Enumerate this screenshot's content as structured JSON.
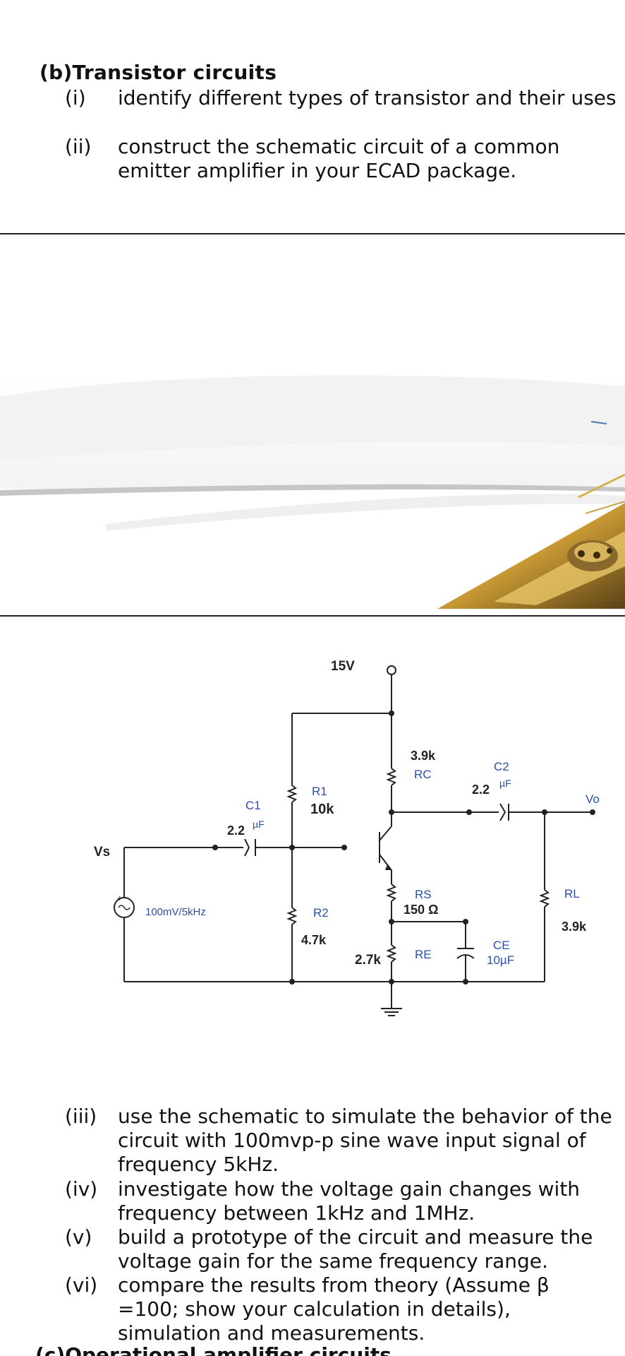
{
  "section": {
    "heading": "(b)Transistor circuits",
    "items_top": [
      {
        "num": "(i)",
        "text": "identify different types of transistor and their uses"
      },
      {
        "num": "(ii)",
        "text": "construct the schematic circuit of a common emitter amplifier in your ECAD package."
      }
    ],
    "items_bottom": [
      {
        "num": "(iii)",
        "text": "use the schematic to simulate the behavior of the circuit with 100mvp-p sine wave input signal of frequency 5kHz."
      },
      {
        "num": "(iv)",
        "text": "investigate how the voltage gain changes with frequency between 1kHz and 1MHz."
      },
      {
        "num": "(v)",
        "text": "build a prototype of the circuit and measure the voltage gain for the same frequency range."
      },
      {
        "num": "(vi)",
        "text": "compare the results from theory (Assume β =100; show your calculation in details), simulation and measurements."
      }
    ],
    "next_heading_partial": "(c)Operational amplifier circuits"
  },
  "schematic": {
    "supply": "15V",
    "rc_value": "3.9k",
    "rc_name": "RC",
    "r1_name": "R1",
    "r1_value": "10k",
    "c1_name": "C1",
    "c1_value": "2.2",
    "c1_unit": "µF",
    "c2_name": "C2",
    "c2_value": "2.2",
    "c2_unit": "µF",
    "vo": "Vo",
    "vs": "Vs",
    "source": "100mV/5kHz",
    "r2_name": "R2",
    "r2_value": "4.7k",
    "rs_name": "RS",
    "rs_value": "150 Ω",
    "rl_name": "RL",
    "rl_value": "3.9k",
    "re_value": "2.7k",
    "re_name": "RE",
    "ce_name": "CE",
    "ce_value": "10µF"
  }
}
